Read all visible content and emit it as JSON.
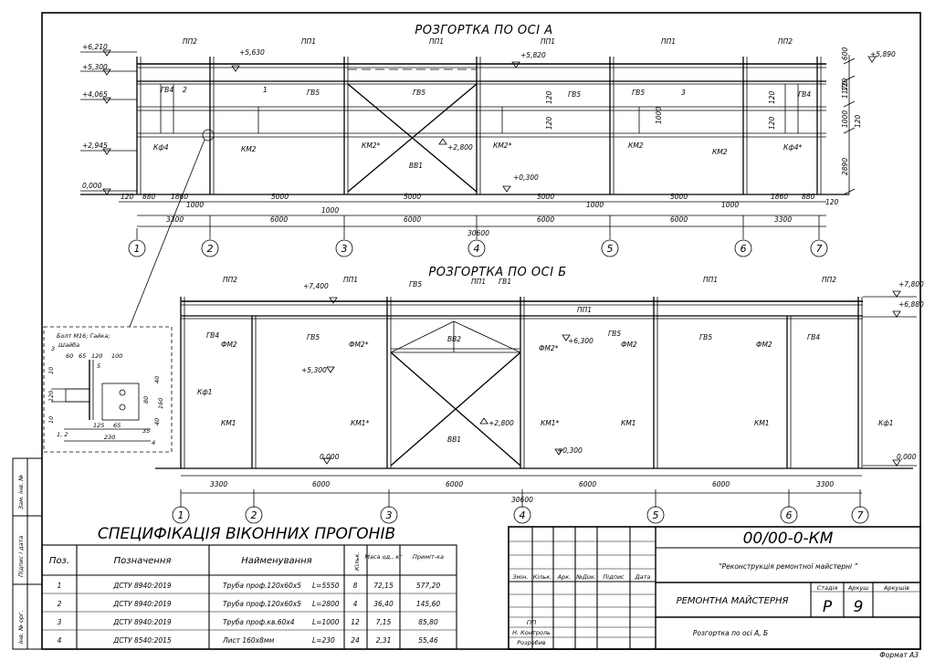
{
  "section_a": {
    "title": "РОЗГОРТКА ПО ОСІ А",
    "elevations": [
      "+6,210",
      "+5,300",
      "+4,065",
      "+2,945",
      "0,000"
    ],
    "inner_marks": [
      "+5,630",
      "+5,820",
      "+2,800",
      "+0,300"
    ],
    "right_mark": "+5,890",
    "labels": [
      "ПП2",
      "ПП1",
      "ПП1",
      "ПП1",
      "ПП1",
      "ПП2",
      "ГВ4",
      "2",
      "1",
      "ГВ5",
      "ГВ5",
      "ГВ5",
      "ГВ5",
      "3",
      "ГВ4",
      "Кф4",
      "КМ2",
      "КМ2*",
      "ВВ1",
      "КМ2*",
      "КМ2",
      "КМ2",
      "Кф4*"
    ],
    "vert_dims": [
      "120",
      "120",
      "1000",
      "120",
      "120",
      "1000",
      "120"
    ],
    "right_dims": [
      "600",
      "1170",
      "120",
      "1000",
      "120",
      "2890"
    ],
    "bottom_dims": [
      "120",
      "880",
      "1860",
      "5000",
      "5000",
      "5000",
      "5000",
      "1860",
      "880",
      "120"
    ],
    "sub_dims": [
      "1000",
      "1000",
      "1000",
      "1000"
    ],
    "spans": [
      "3300",
      "6000",
      "6000",
      "6000",
      "6000",
      "3300"
    ],
    "total": "30600",
    "axes": [
      "1",
      "2",
      "3",
      "4",
      "5",
      "6",
      "7"
    ]
  },
  "section_b": {
    "title": "РОЗГОРТКА ПО ОСІ Б",
    "marks": [
      "+7,400",
      "+6,300",
      "+5,300",
      "+2,800",
      "+0,300",
      "0,000",
      "0,000"
    ],
    "right_marks": [
      "+7,800",
      "+6,880"
    ],
    "labels": [
      "ПП2",
      "ПП1",
      "ГВ5",
      "ПП1",
      "ГВ1",
      "ПП1",
      "ПП1",
      "ПП2",
      "ГВ4",
      "ФМ2",
      "ГВ5",
      "ФМ2*",
      "ВВ2",
      "ФМ2*",
      "ГВ5",
      "ФМ2",
      "ГВ5",
      "ФМ2",
      "ГВ4",
      "Кф1",
      "КМ1",
      "КМ1*",
      "ВВ1",
      "КМ1*",
      "КМ1",
      "КМ1",
      "Кф1"
    ],
    "spans": [
      "3300",
      "6000",
      "6000",
      "6000",
      "6000",
      "3300"
    ],
    "total": "30600",
    "axes": [
      "1",
      "2",
      "3",
      "4",
      "5",
      "6",
      "7"
    ]
  },
  "detail": {
    "bolt": "Болт М16; Гайка;",
    "washer": "Шайба",
    "nums": [
      "3",
      "5",
      "4",
      "1, 2"
    ],
    "dims": [
      "60",
      "65",
      "120",
      "100",
      "10",
      "120",
      "10",
      "80",
      "40",
      "160",
      "40",
      "125",
      "65",
      "35",
      "230"
    ]
  },
  "spec": {
    "title": "СПЕЦИФІКАЦІЯ ВІКОННИХ ПРОГОНІВ",
    "headers": [
      "Поз.",
      "Позначення",
      "Найменування",
      "Кільк.",
      "Маса од., кг",
      "Приміт-ка"
    ],
    "rows": [
      {
        "pos": "1",
        "code": "ДСТУ 8940:2019",
        "name": "Труба проф.120х60х5",
        "len": "L=5550",
        "qty": "8",
        "mass": "72,15",
        "note": "577,20"
      },
      {
        "pos": "2",
        "code": "ДСТУ 8940:2019",
        "name": "Труба проф.120х60х5",
        "len": "L=2800",
        "qty": "4",
        "mass": "36,40",
        "note": "145,60"
      },
      {
        "pos": "3",
        "code": "ДСТУ 8940:2019",
        "name": "Труба проф.кв.60х4",
        "len": "L=1000",
        "qty": "12",
        "mass": "7,15",
        "note": "85,80"
      },
      {
        "pos": "4",
        "code": "ДСТУ 8540:2015",
        "name": "Лист 160х8мм",
        "len": "L=230",
        "qty": "24",
        "mass": "2,31",
        "note": "55,46"
      }
    ]
  },
  "side_labels": [
    "Зам. інв. №",
    "Підпис і дата",
    "Інв. № орг."
  ],
  "stamp": {
    "doc": "00/00-0-КМ",
    "project": "“Реконструкція ремонтної майстерні ”",
    "cols": [
      "Змін.",
      "Кільк.",
      "Арк.",
      "№Док.",
      "Підпис",
      "Дата"
    ],
    "roles": [
      "ГІП",
      "Н. Контроль",
      "Розробив"
    ],
    "object": "РЕМОНТНА МАЙСТЕРНЯ",
    "stage_h": "Стадія",
    "sheet_h": "Аркуш",
    "sheets_h": "Аркушів",
    "stage": "Р",
    "sheet": "9",
    "drawing": "Розгортка по осі А, Б"
  },
  "format": "Формат А3"
}
